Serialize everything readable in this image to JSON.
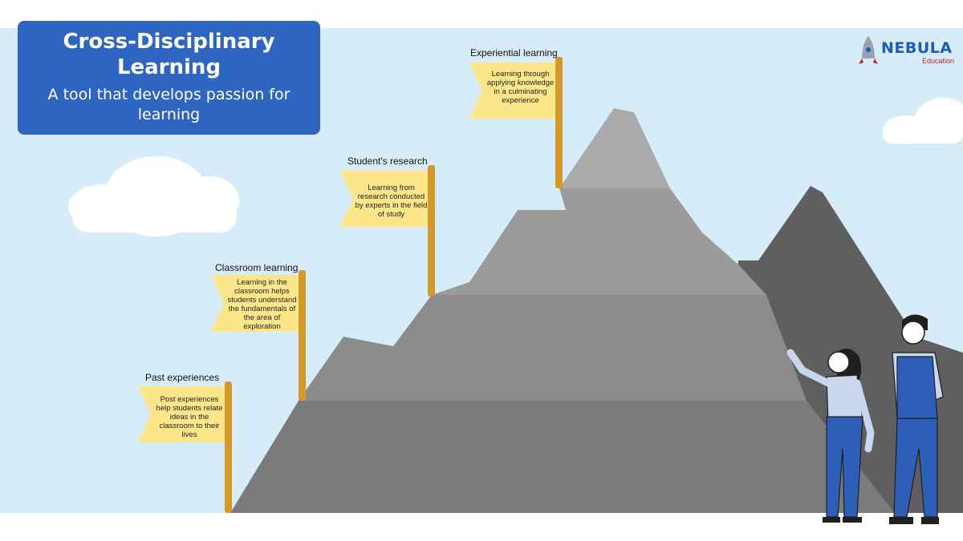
{
  "title": {
    "line1": "Cross-Disciplinary Learning",
    "line2": "A tool that develops passion for learning"
  },
  "logo": {
    "brand": "NEBULA",
    "sub": "Education",
    "icon": "rocket-icon"
  },
  "stages": [
    {
      "label": "Past experiences",
      "text": "Post experiences help students relate ideas in the classroom to their lives"
    },
    {
      "label": "Classroom learning",
      "text": "Learning in the classroom helps students understand the fundamentals of the area of exploration"
    },
    {
      "label": "Student's research",
      "text": "Learning from research conducted by experts in the field of study"
    },
    {
      "label": "Experiential learning",
      "text": "Learning through applying knowledge in a culminating experience"
    }
  ],
  "colors": {
    "sky": "#d7ecf9",
    "title_box": "#2e65c0",
    "flag": "#fde68a",
    "pole": "#d39a2a",
    "mountain_light": "#a9a9a9",
    "mountain_dark": "#6c6c6c",
    "figure_blue": "#2d5fb8"
  }
}
